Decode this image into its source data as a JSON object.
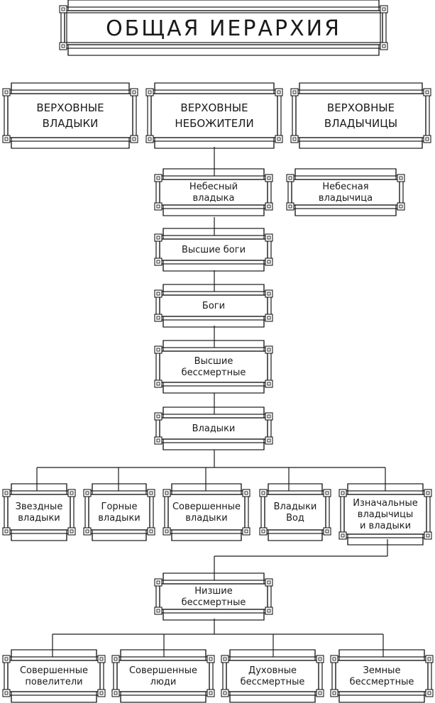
{
  "title": "ОБЩАЯ ИЕРАРХИЯ",
  "nodes": {
    "supreme_rulers": [
      "ВЕРХОВНЫЕ",
      "ВЛАДЫКИ"
    ],
    "supreme_celestials": [
      "ВЕРХОВНЫЕ",
      "НЕБОЖИТЕЛИ"
    ],
    "supreme_ladies": [
      "ВЕРХОВНЫЕ",
      "ВЛАДЫЧИЦЫ"
    ],
    "heavenly_lord": [
      "Небесный",
      "владыка"
    ],
    "heavenly_lady": [
      "Небесная",
      "владычица"
    ],
    "higher_gods": [
      "Высшие боги"
    ],
    "gods": [
      "Боги"
    ],
    "higher_immortals": [
      "Высшие",
      "бессмертные"
    ],
    "lords": [
      "Владыки"
    ],
    "star_lords": [
      "Звездные",
      "владыки"
    ],
    "mountain_lords": [
      "Горные",
      "владыки"
    ],
    "perfect_lords": [
      "Совершенные",
      "владыки"
    ],
    "water_lords": [
      "Владыки",
      "Вод"
    ],
    "primordial": [
      "Изначальные",
      "владычицы",
      "и владыки"
    ],
    "lower_immortals": [
      "Низшие",
      "бессмертные"
    ],
    "perfect_rulers": [
      "Совершенные",
      "повелители"
    ],
    "perfect_people": [
      "Совершенные",
      "люди"
    ],
    "spiritual_immortals": [
      "Духовные",
      "бессмертные"
    ],
    "earthly_immortals": [
      "Земные",
      "бессмертные"
    ]
  }
}
